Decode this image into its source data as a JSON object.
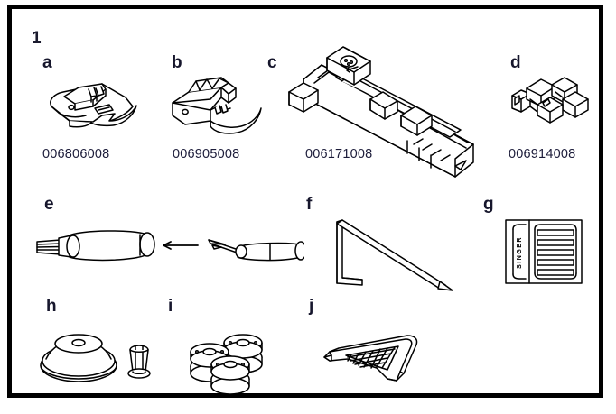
{
  "figure": {
    "number": "1",
    "caption_present": false
  },
  "items": [
    {
      "letter": "a",
      "part_number": "006806008",
      "icon": "presser-foot-all-purpose"
    },
    {
      "letter": "b",
      "part_number": "006905008",
      "icon": "presser-foot-zipper"
    },
    {
      "letter": "c",
      "part_number": "006171008",
      "icon": "buttonhole-foot"
    },
    {
      "letter": "d",
      "part_number": "006914008",
      "icon": "button-sewing-foot"
    },
    {
      "letter": "e",
      "part_number": "",
      "icon": "lint-brush-seam-ripper"
    },
    {
      "letter": "f",
      "part_number": "",
      "icon": "seam-guide-l-rod"
    },
    {
      "letter": "g",
      "part_number": "",
      "icon": "needle-pack"
    },
    {
      "letter": "h",
      "part_number": "",
      "icon": "spool-cap-and-holder"
    },
    {
      "letter": "i",
      "part_number": "",
      "icon": "bobbins"
    },
    {
      "letter": "j",
      "part_number": "",
      "icon": "spool-pin-felt-holder"
    }
  ],
  "labels": {
    "needle_pack_brand": "SINGER"
  },
  "colors": {
    "frame": "#000000",
    "line_art": "#000000",
    "text_navy": "#1c1c3a",
    "background": "#ffffff"
  }
}
